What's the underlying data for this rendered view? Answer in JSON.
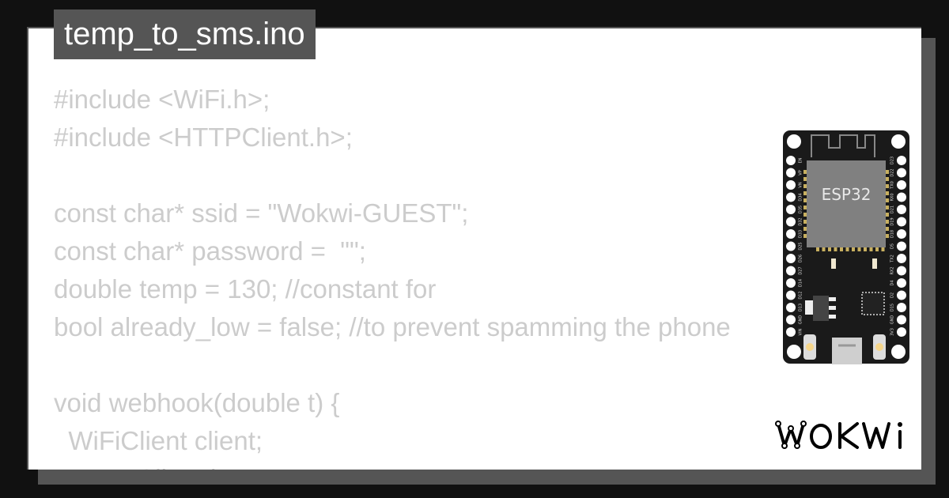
{
  "file_tab": {
    "title": "temp_to_sms.ino"
  },
  "code_lines": [
    "#include <WiFi.h>;",
    "#include <HTTPClient.h>;",
    "",
    "const char* ssid = \"Wokwi-GUEST\";",
    "const char* password =  \"\";",
    "double temp = 130; //constant for",
    "bool already_low = false; //to prevent spamming the phone",
    "",
    "void webhook(double t) {",
    "  WiFiClient client;",
    "  HTTPClient http;"
  ],
  "board": {
    "chip_label": "ESP32",
    "left_pins": [
      "EN",
      "VP",
      "VN",
      "D34",
      "D35",
      "D32",
      "D33",
      "D25",
      "D26",
      "D27",
      "D14",
      "D12",
      "D13",
      "GND",
      "VIN"
    ],
    "right_pins": [
      "D23",
      "D22",
      "TX0",
      "RX0",
      "D21",
      "D19",
      "D18",
      "D5",
      "TX2",
      "RX2",
      "D4",
      "D2",
      "D15",
      "GND",
      "3V3"
    ]
  },
  "brand": {
    "logo_text": "WOKWi"
  },
  "colors": {
    "background": "#111111",
    "shadow": "#555555",
    "code_text": "#cccccc",
    "board": "#1a1a1a",
    "chip": "#808080",
    "pads": "#c8b060"
  }
}
